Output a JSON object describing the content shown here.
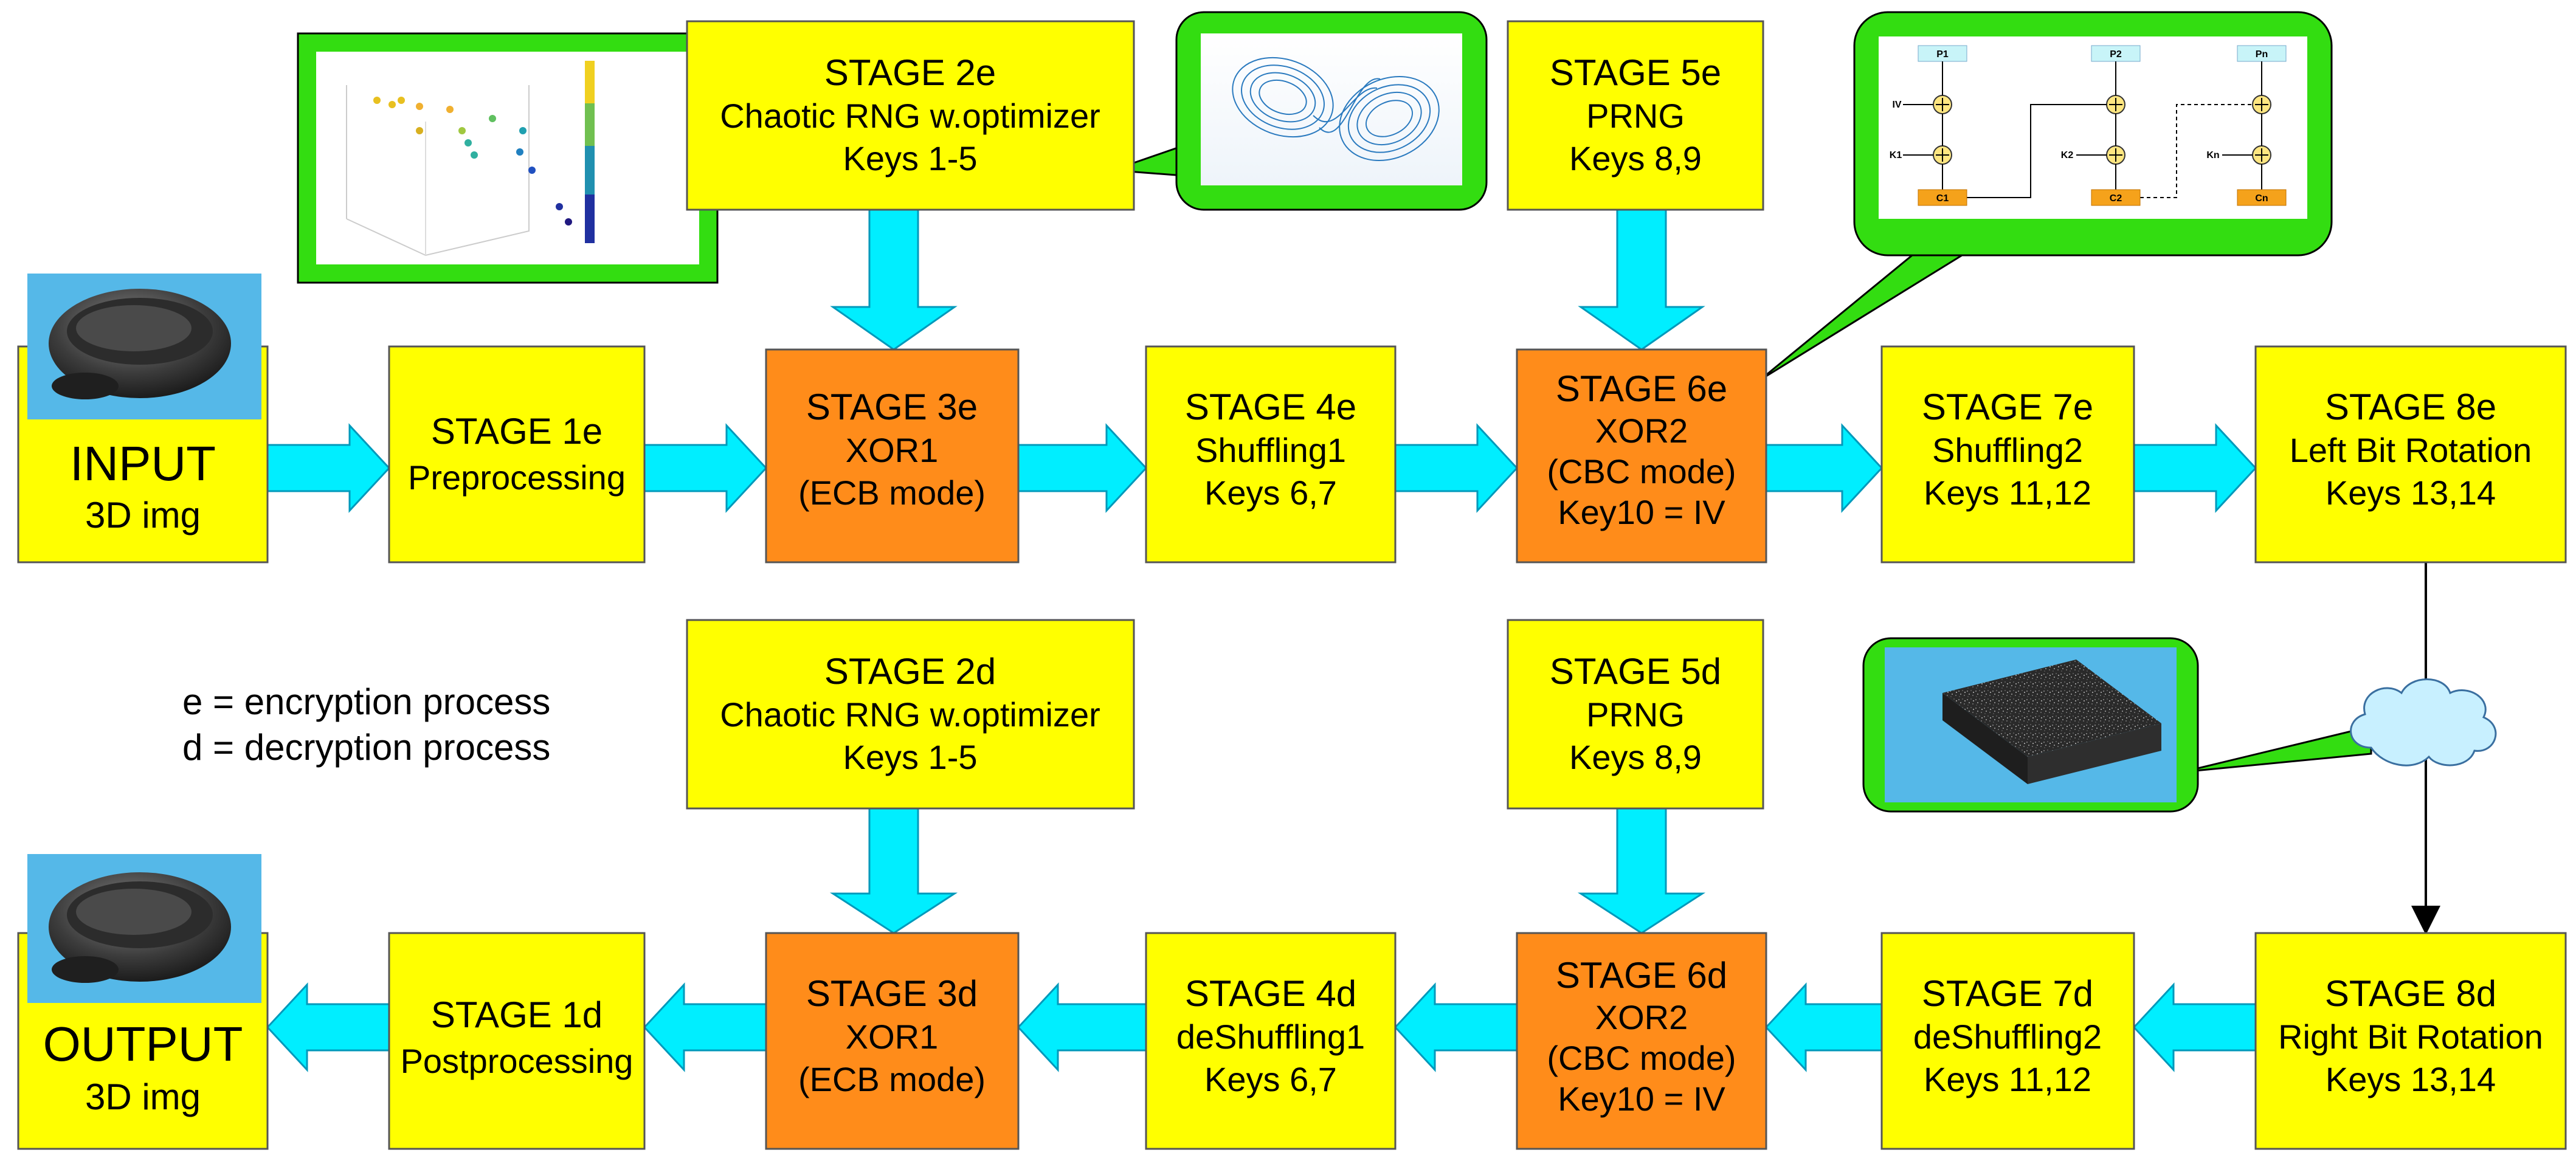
{
  "colors": {
    "box_yellow": "#ffff00",
    "box_orange": "#ff8c1a",
    "arrow_cyan": "#00eeff",
    "callout_green": "#33dd11",
    "thumb_blue": "#55b8e8",
    "cloud_fill": "#c8f0ff"
  },
  "legend": {
    "line1": "e = encryption process",
    "line2": "d = decryption process"
  },
  "encryption": {
    "input": {
      "l1": "INPUT",
      "l2": "3D img"
    },
    "s1": {
      "l1": "STAGE 1e",
      "l2": "Preprocessing"
    },
    "s2": {
      "l1": "STAGE 2e",
      "l2": "Chaotic RNG w.optimizer",
      "l3": "Keys 1-5"
    },
    "s3": {
      "l1": "STAGE 3e",
      "l2": "XOR1",
      "l3": "(ECB mode)"
    },
    "s4": {
      "l1": "STAGE 4e",
      "l2": "Shuffling1",
      "l3": "Keys 6,7"
    },
    "s5": {
      "l1": "STAGE 5e",
      "l2": "PRNG",
      "l3": "Keys 8,9"
    },
    "s6": {
      "l1": "STAGE 6e",
      "l2": "XOR2",
      "l3": "(CBC mode)",
      "l4": "Key10 = IV"
    },
    "s7": {
      "l1": "STAGE 7e",
      "l2": "Shuffling2",
      "l3": "Keys 11,12"
    },
    "s8": {
      "l1": "STAGE 8e",
      "l2": "Left Bit Rotation",
      "l3": "Keys 13,14"
    }
  },
  "decryption": {
    "output": {
      "l1": "OUTPUT",
      "l2": "3D img"
    },
    "s1": {
      "l1": "STAGE 1d",
      "l2": "Postprocessing"
    },
    "s2": {
      "l1": "STAGE 2d",
      "l2": "Chaotic RNG w.optimizer",
      "l3": "Keys 1-5"
    },
    "s3": {
      "l1": "STAGE 3d",
      "l2": "XOR1",
      "l3": "(ECB mode)"
    },
    "s4": {
      "l1": "STAGE 4d",
      "l2": "deShuffling1",
      "l3": "Keys 6,7"
    },
    "s5": {
      "l1": "STAGE 5d",
      "l2": "PRNG",
      "l3": "Keys 8,9"
    },
    "s6": {
      "l1": "STAGE 6d",
      "l2": "XOR2",
      "l3": "(CBC mode)",
      "l4": "Key10 = IV"
    },
    "s7": {
      "l1": "STAGE 7d",
      "l2": "deShuffling2",
      "l3": "Keys 11,12"
    },
    "s8": {
      "l1": "STAGE 8d",
      "l2": "Right Bit Rotation",
      "l3": "Keys 13,14"
    }
  },
  "cbc_inset": {
    "p1": "P1",
    "p2": "P2",
    "pn": "Pn",
    "iv": "IV",
    "k1": "K1",
    "k2": "K2",
    "kn": "Kn",
    "c1": "C1",
    "c2": "C2",
    "cn": "Cn"
  }
}
